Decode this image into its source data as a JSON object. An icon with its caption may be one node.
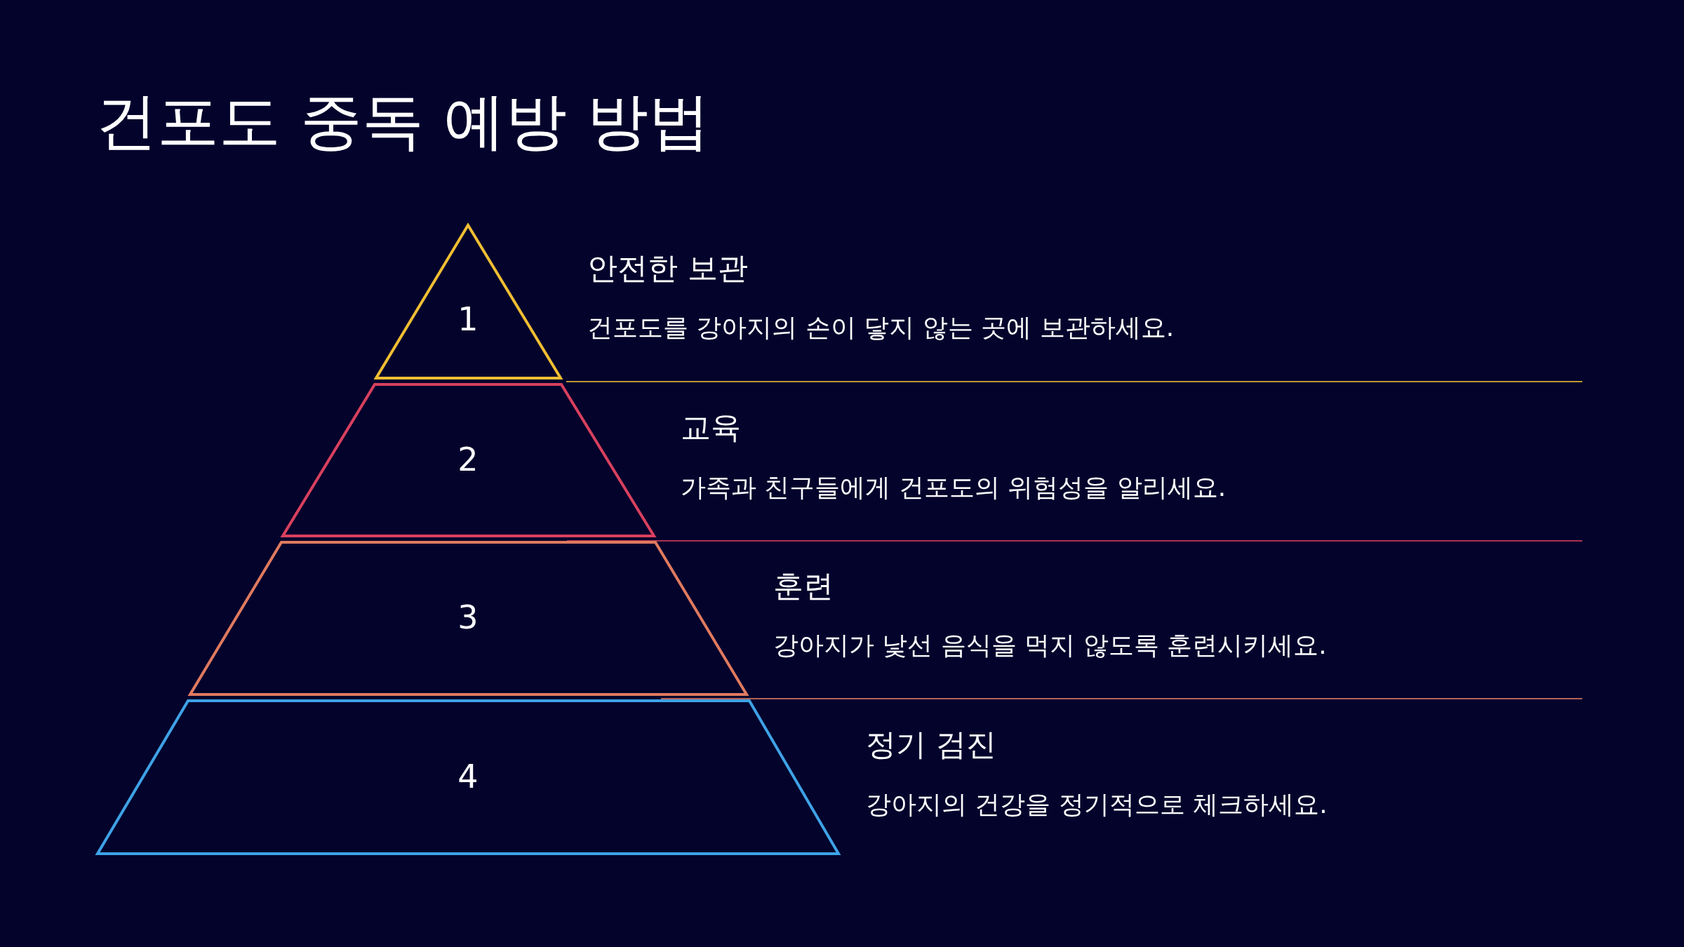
{
  "diagram": {
    "title": "건포도 중독 예방 방법",
    "nodes": [
      {
        "text": [
          "1"
        ],
        "beside": [
          "안전한 보관",
          "건포도를 강아지의 손이 닿지 않는 곳에 보관하세요."
        ]
      },
      {
        "text": [
          "2"
        ],
        "beside": [
          "교육",
          "가족과 친구들에게 건포도의 위험성을 알리세요."
        ]
      },
      {
        "text": [
          "3"
        ],
        "beside": [
          "훈련",
          "강아지가 낯선 음식을 먹지 않도록 훈련시키세요."
        ]
      },
      {
        "text": [
          "4"
        ],
        "beside": [
          "정기 검진",
          "강아지의 건강을 정기적으로 체크하세요."
        ]
      }
    ]
  }
}
